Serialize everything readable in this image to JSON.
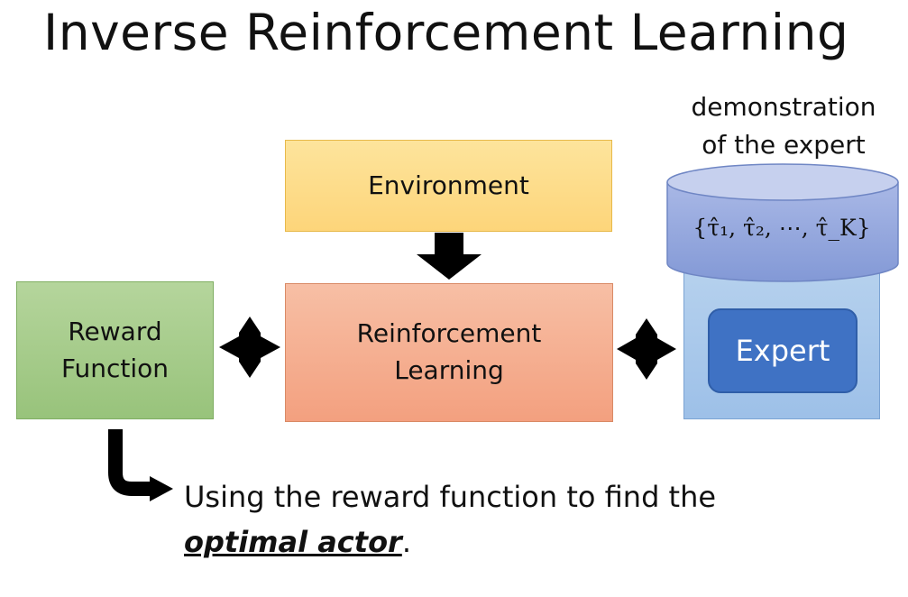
{
  "title": "Inverse Reinforcement Learning",
  "environment": {
    "label": "Environment"
  },
  "reinforcement_learning": {
    "line1": "Reinforcement",
    "line2": "Learning"
  },
  "reward_function": {
    "line1": "Reward",
    "line2": "Function"
  },
  "demonstration": {
    "label_line1": "demonstration",
    "label_line2": "of the expert",
    "set_text": "{τ̂₁, τ̂₂, ⋯, τ̂_K}"
  },
  "expert": {
    "label": "Expert"
  },
  "footer": {
    "text": "Using the reward function to find the",
    "emphasis": "optimal actor",
    "period": "."
  },
  "colors": {
    "environment": "#fdd57a",
    "reinforcement_learning": "#f3a07f",
    "reward_function": "#98c37b",
    "database": "#8fa6dc",
    "expert_panel": "#9dc0e8",
    "expert": "#3f72c4"
  },
  "icons": [
    "down-arrow-icon",
    "double-arrow-icon",
    "bent-arrow-icon",
    "database-cylinder-icon"
  ]
}
